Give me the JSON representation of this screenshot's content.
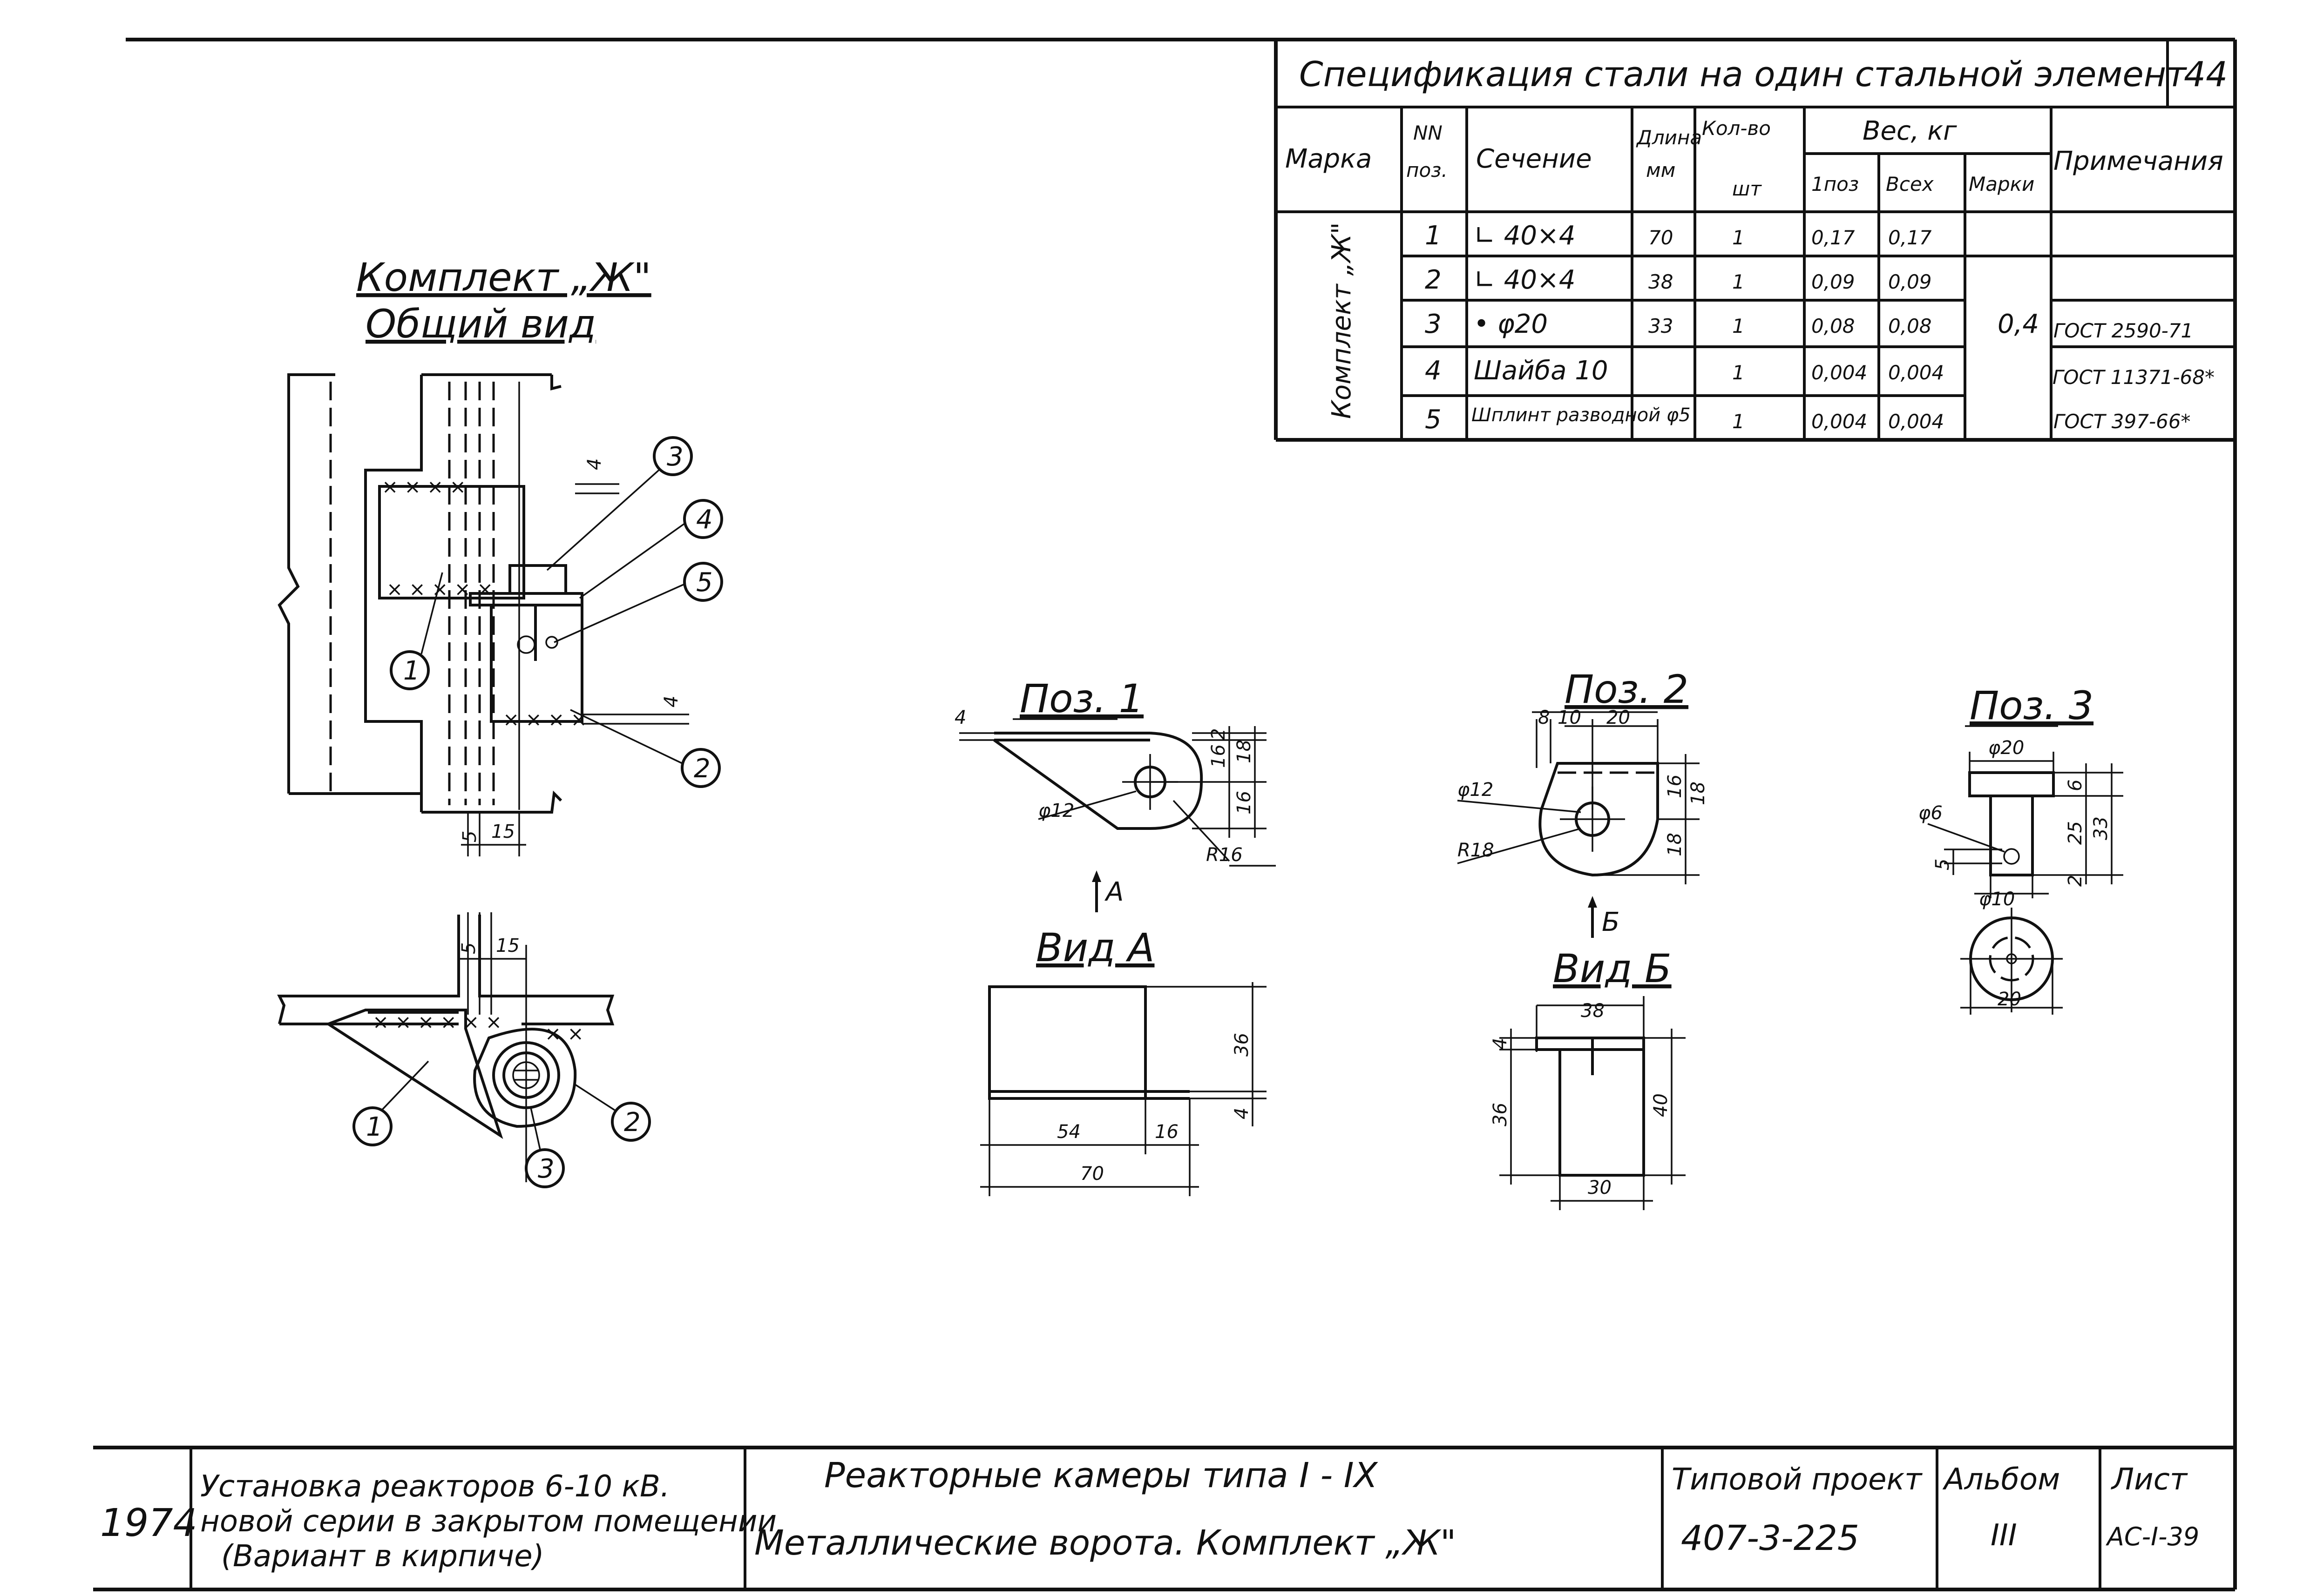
{
  "spec": {
    "title": "Спецификация стали на один стальной элемент",
    "page_no": "44",
    "headers": {
      "marka": "Марка",
      "nn": "NN",
      "poz": "поз.",
      "section": "Сечение",
      "length": "Длина мм",
      "length_1": "Длина",
      "length_2": "мм",
      "qty": "Кол-во",
      "qty_unit": "шт",
      "weight": "Вес, кг",
      "w_1poz": "1поз",
      "w_all": "Всех",
      "w_marki": "Марки",
      "notes": "Примечания"
    },
    "mark_name": "Комплект „Ж\"",
    "mark_weight": "0,4",
    "rows": [
      {
        "poz": "1",
        "section": "∟ 40×4",
        "length": "70",
        "qty": "1",
        "w1": "0,17",
        "wall": "0,17",
        "note": ""
      },
      {
        "poz": "2",
        "section": "∟ 40×4",
        "length": "38",
        "qty": "1",
        "w1": "0,09",
        "wall": "0,09",
        "note": ""
      },
      {
        "poz": "3",
        "section": "• φ20",
        "length": "33",
        "qty": "1",
        "w1": "0,08",
        "wall": "0,08",
        "note": "ГОСТ 2590-71"
      },
      {
        "poz": "4",
        "section": "Шайба 10",
        "length": "",
        "qty": "1",
        "w1": "0,004",
        "wall": "0,004",
        "note": "ГОСТ 11371-68*"
      },
      {
        "poz": "5",
        "section": "Шплинт разводной φ5",
        "length": "",
        "qty": "1",
        "w1": "0,004",
        "wall": "0,004",
        "note": "ГОСТ 397-66*"
      }
    ]
  },
  "drawing": {
    "main_title": "Комплект „Ж\"",
    "main_subtitle": "Общий вид",
    "callouts": [
      "1",
      "2",
      "3",
      "4",
      "5"
    ],
    "main_dims": {
      "d4": "4",
      "d4b": "4",
      "d5": "5",
      "d15": "15"
    },
    "plan_dims": {
      "d5": "5",
      "d15": "15"
    },
    "poz1": {
      "title": "Поз. 1",
      "d4": "4",
      "d2": "2",
      "d16a": "16",
      "d18": "18",
      "d16b": "16",
      "phi": "φ12",
      "r": "R16",
      "arrow": "А"
    },
    "vidA": {
      "title": "Вид А",
      "d36": "36",
      "d4": "4",
      "d54": "54",
      "d16": "16",
      "d70": "70"
    },
    "poz2": {
      "title": "Поз. 2",
      "d8": "8",
      "d10": "10",
      "d20": "20",
      "d16": "16",
      "d18": "18",
      "d18b": "18",
      "phi": "φ12",
      "r": "R18",
      "arrow": "Б"
    },
    "vidB": {
      "title": "Вид Б",
      "d38": "38",
      "d4": "4",
      "d36": "36",
      "d40": "40",
      "d30": "30"
    },
    "poz3": {
      "title": "Поз. 3",
      "d20": "φ20",
      "d6": "6",
      "d25": "25",
      "d33": "33",
      "d2": "2",
      "phi6": "φ6",
      "d5": "5",
      "phi10": "φ10",
      "d20b": "20"
    }
  },
  "titleblock": {
    "year": "1974",
    "desc_1": "Установка реакторов 6-10 кВ.",
    "desc_2": "новой серии в закрытом помещении",
    "desc_3": "(Вариант в кирпиче)",
    "name_1": "Реакторные камеры типа I - IX",
    "name_2": "Металлические ворота. Комплект „Ж\"",
    "project_label": "Типовой проект",
    "project_no": "407-3-225",
    "album_label": "Альбом",
    "album_no": "III",
    "sheet_label": "Лист",
    "sheet_no": "АС-I-39"
  }
}
